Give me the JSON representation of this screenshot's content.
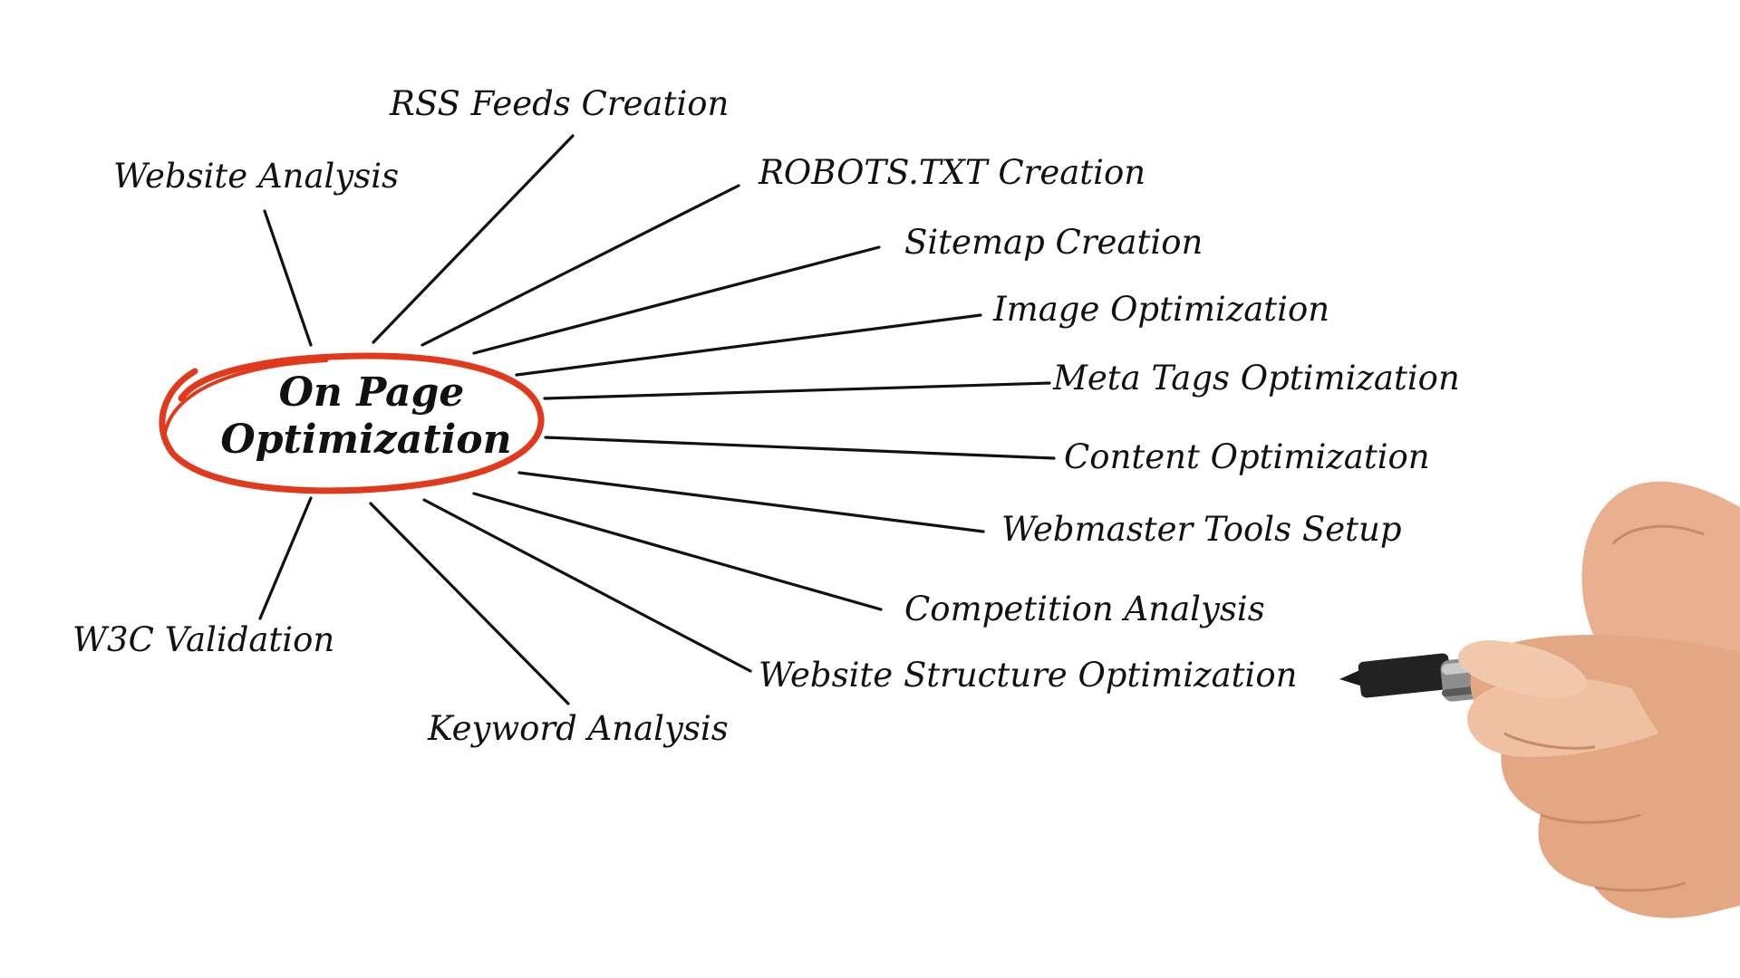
{
  "center": {
    "line1": "On Page",
    "line2": "Optimization",
    "ring_color": "#e0391c"
  },
  "branches": [
    {
      "id": "website-analysis",
      "label": "Website Analysis"
    },
    {
      "id": "rss-feeds-creation",
      "label": "RSS Feeds Creation"
    },
    {
      "id": "robots-txt-creation",
      "label": "ROBOTS.TXT Creation"
    },
    {
      "id": "sitemap-creation",
      "label": "Sitemap Creation"
    },
    {
      "id": "image-optimization",
      "label": "Image Optimization"
    },
    {
      "id": "meta-tags-optimization",
      "label": "Meta Tags Optimization"
    },
    {
      "id": "content-optimization",
      "label": "Content Optimization"
    },
    {
      "id": "webmaster-tools-setup",
      "label": "Webmaster Tools Setup"
    },
    {
      "id": "competition-analysis",
      "label": "Competition Analysis"
    },
    {
      "id": "website-structure-optimization",
      "label": "Website Structure Optimization"
    },
    {
      "id": "keyword-analysis",
      "label": "Keyword Analysis"
    },
    {
      "id": "w3c-validation",
      "label": "W3C Validation"
    }
  ],
  "ink_color": "#111111",
  "decoration": {
    "hand": "hand-holding-marker-image"
  }
}
